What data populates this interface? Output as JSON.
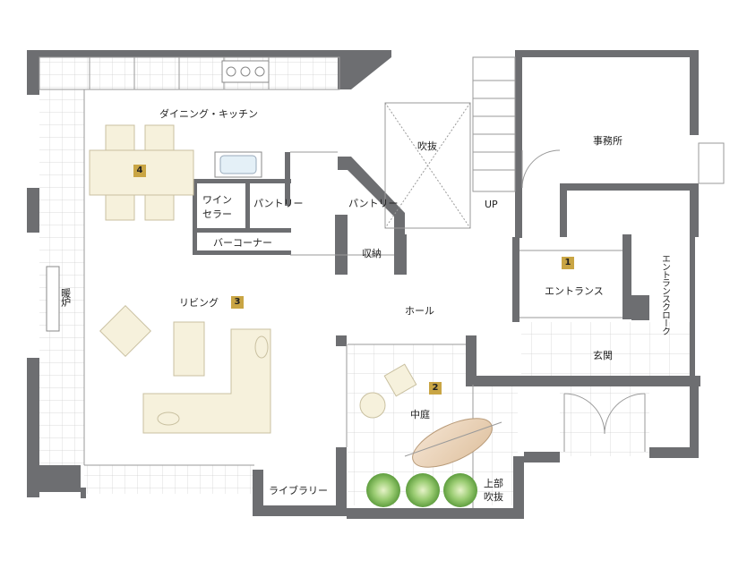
{
  "rooms": {
    "dining_kitchen": "ダイニング・キッチン",
    "fukinuke": "吹抜",
    "office": "事務所",
    "wine_cellar_1": "ワイン",
    "wine_cellar_2": "セラー",
    "pantry_left": "パントリー",
    "pantry_right": "パントリー",
    "up": "UP",
    "bar_corner": "バーコーナー",
    "storage": "収納",
    "entrance": "エントランス",
    "entrance_cloak": "エントランスクローク",
    "fireplace": "暖炉",
    "living": "リビング",
    "hall": "ホール",
    "genkan": "玄関",
    "courtyard": "中庭",
    "library": "ライブラリー",
    "upper_void_1": "上部",
    "upper_void_2": "吹抜"
  },
  "badges": {
    "entrance": "1",
    "courtyard": "2",
    "living": "3",
    "dining": "4"
  },
  "colors": {
    "wall": "#6d6e71",
    "tile_line": "#c8c8c8",
    "furniture": "#f6f1dc",
    "badge": "#c9a544",
    "plant": "#7fc16a"
  }
}
